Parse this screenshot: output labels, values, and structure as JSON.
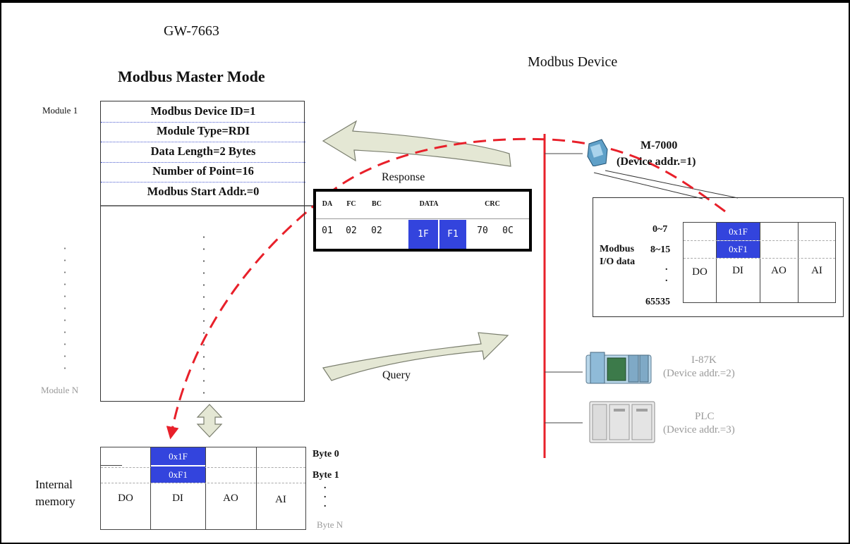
{
  "gateway": {
    "title": "GW-7663",
    "mode": "Modbus Master Mode"
  },
  "device_header": "Modbus Device",
  "config_table": {
    "module_first": "Module 1",
    "module_last": "Module N",
    "rows": [
      "Modbus Device ID=1",
      "Module Type=RDI",
      "Data Length=2 Bytes",
      "Number of Point=16",
      "Modbus Start Addr.=0"
    ]
  },
  "labels": {
    "response": "Response",
    "query": "Query"
  },
  "packet": {
    "headers": [
      "DA",
      "FC",
      "BC",
      "DATA",
      "CRC"
    ],
    "values": [
      "01",
      "02",
      "02",
      "1F",
      "F1",
      "70",
      "0C"
    ]
  },
  "devices": [
    {
      "name": "M-7000",
      "addr": "(Device addr.=1)"
    },
    {
      "name": "I-87K",
      "addr": "(Device addr.=2)"
    },
    {
      "name": "PLC",
      "addr": "(Device addr.=3)"
    }
  ],
  "modbus_io": {
    "label_line1": "Modbus",
    "label_line2": "I/O data",
    "range_start": "0~7",
    "range_next": "8~15",
    "range_end": "65535",
    "columns": [
      "DO",
      "DI",
      "AO",
      "AI"
    ],
    "di_values": [
      "0x1F",
      "0xF1"
    ]
  },
  "internal_memory": {
    "label_line1": "Internal",
    "label_line2": "memory",
    "columns": [
      "DO",
      "DI",
      "AO",
      "AI"
    ],
    "di_values": [
      "0x1F",
      "0xF1"
    ],
    "bytes": [
      "Byte 0",
      "Byte 1",
      "Byte N"
    ]
  },
  "colors": {
    "highlight": "#3344dd",
    "dashed_path": "#e8202a",
    "arrow_fill": "#e4e7d4"
  }
}
